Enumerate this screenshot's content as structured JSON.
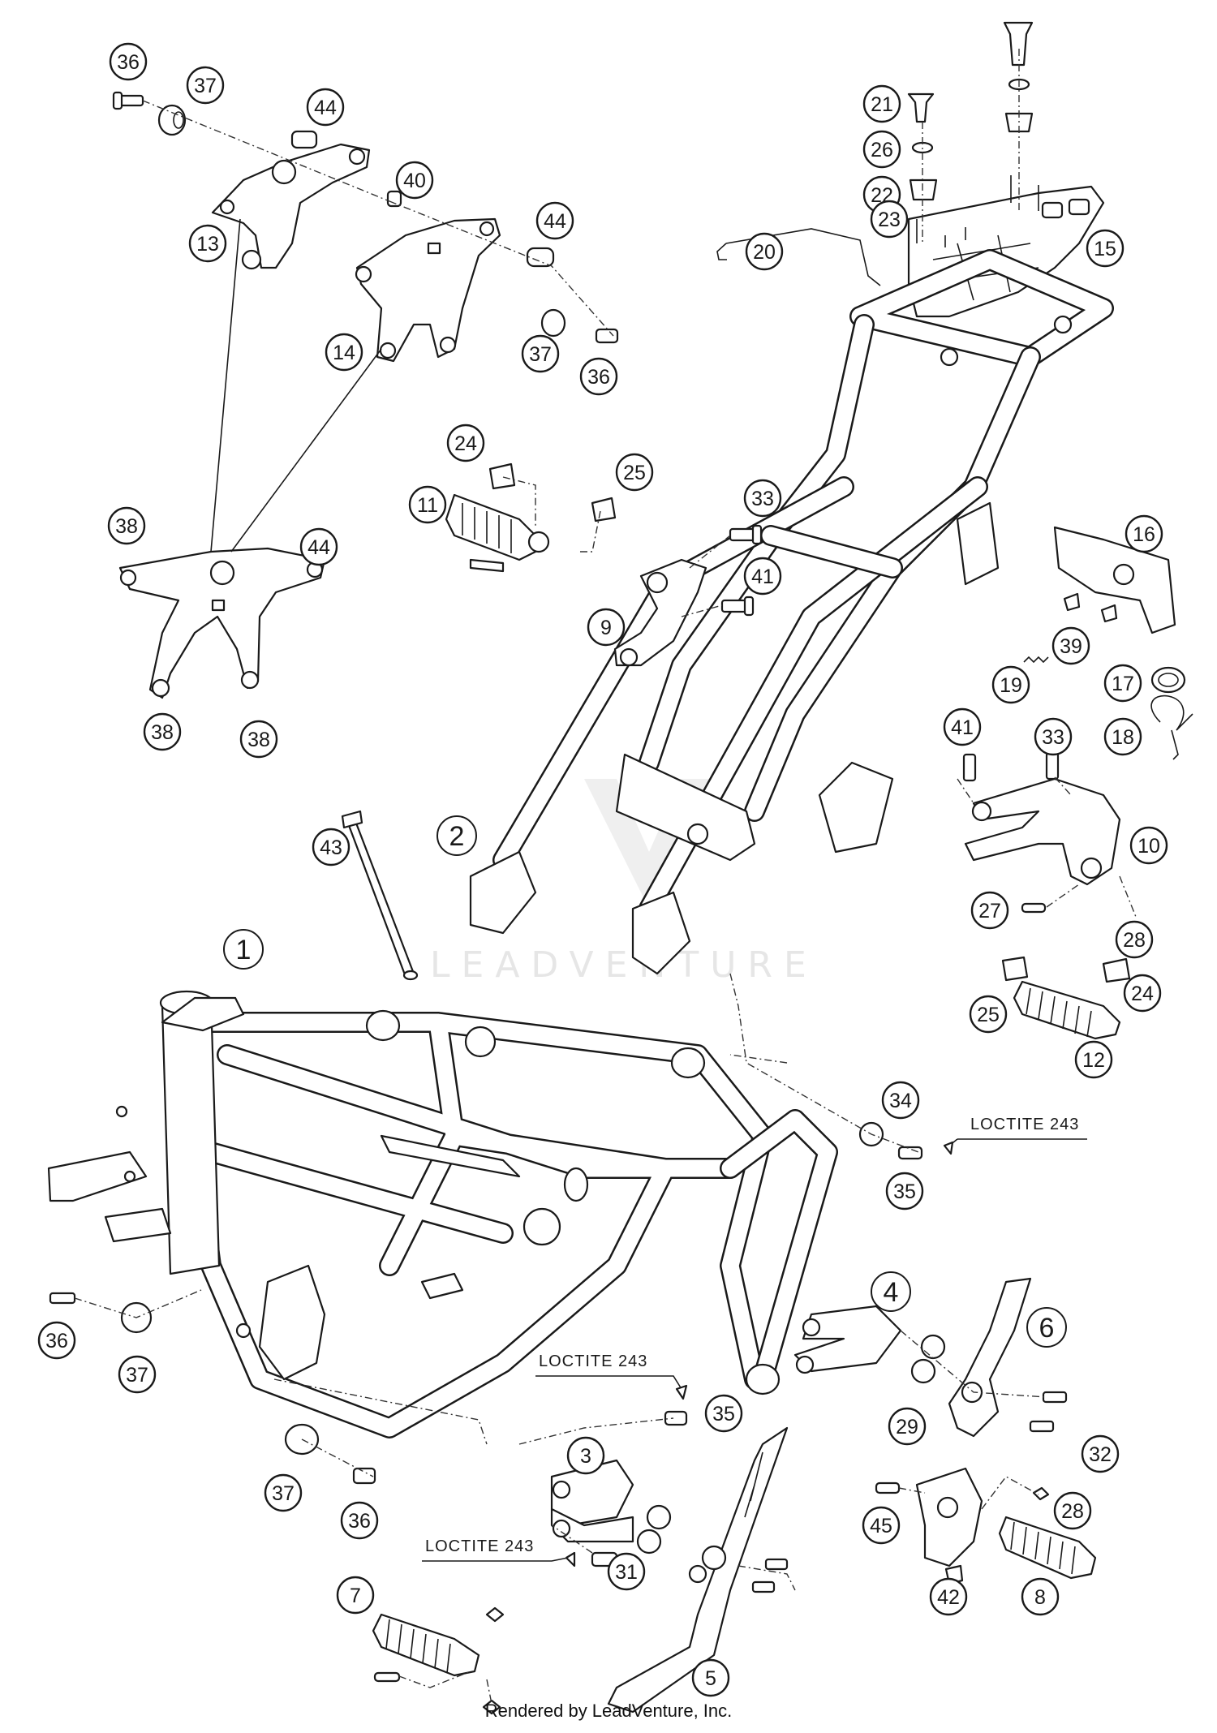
{
  "callouts": [
    {
      "id": "c-36a",
      "label": "36"
    },
    {
      "id": "c-37a",
      "label": "37"
    },
    {
      "id": "c-44a",
      "label": "44"
    },
    {
      "id": "c-40",
      "label": "40"
    },
    {
      "id": "c-13",
      "label": "13"
    },
    {
      "id": "c-44b",
      "label": "44"
    },
    {
      "id": "c-14",
      "label": "14"
    },
    {
      "id": "c-37b",
      "label": "37"
    },
    {
      "id": "c-36b",
      "label": "36"
    },
    {
      "id": "c-21",
      "label": "21"
    },
    {
      "id": "c-26",
      "label": "26"
    },
    {
      "id": "c-22",
      "label": "22"
    },
    {
      "id": "c-23",
      "label": "23"
    },
    {
      "id": "c-15",
      "label": "15"
    },
    {
      "id": "c-20",
      "label": "20"
    },
    {
      "id": "c-24a",
      "label": "24"
    },
    {
      "id": "c-25a",
      "label": "25"
    },
    {
      "id": "c-11",
      "label": "11"
    },
    {
      "id": "c-33a",
      "label": "33"
    },
    {
      "id": "c-41a",
      "label": "41"
    },
    {
      "id": "c-9",
      "label": "9"
    },
    {
      "id": "c-38a",
      "label": "38"
    },
    {
      "id": "c-44c",
      "label": "44"
    },
    {
      "id": "c-38b",
      "label": "38"
    },
    {
      "id": "c-38c",
      "label": "38"
    },
    {
      "id": "c-16",
      "label": "16"
    },
    {
      "id": "c-39",
      "label": "39"
    },
    {
      "id": "c-19",
      "label": "19"
    },
    {
      "id": "c-17",
      "label": "17"
    },
    {
      "id": "c-18",
      "label": "18"
    },
    {
      "id": "c-41b",
      "label": "41"
    },
    {
      "id": "c-33b",
      "label": "33"
    },
    {
      "id": "c-10",
      "label": "10"
    },
    {
      "id": "c-27",
      "label": "27"
    },
    {
      "id": "c-28a",
      "label": "28"
    },
    {
      "id": "c-24b",
      "label": "24"
    },
    {
      "id": "c-25b",
      "label": "25"
    },
    {
      "id": "c-12",
      "label": "12"
    },
    {
      "id": "c-43",
      "label": "43"
    },
    {
      "id": "c-34",
      "label": "34"
    },
    {
      "id": "c-35a",
      "label": "35"
    },
    {
      "id": "c-36c",
      "label": "36"
    },
    {
      "id": "c-37c",
      "label": "37"
    },
    {
      "id": "c-29",
      "label": "29"
    },
    {
      "id": "c-32",
      "label": "32"
    },
    {
      "id": "c-35b",
      "label": "35"
    },
    {
      "id": "c-37d",
      "label": "37"
    },
    {
      "id": "c-36d",
      "label": "36"
    },
    {
      "id": "c-31",
      "label": "31"
    },
    {
      "id": "c-7",
      "label": "7"
    },
    {
      "id": "c-45",
      "label": "45"
    },
    {
      "id": "c-28b",
      "label": "28"
    },
    {
      "id": "c-42",
      "label": "42"
    },
    {
      "id": "c-8",
      "label": "8"
    },
    {
      "id": "c-5",
      "label": "5"
    },
    {
      "id": "c-3",
      "label": "3"
    }
  ],
  "plain_labels": [
    {
      "id": "p-1",
      "label": "1"
    },
    {
      "id": "p-2",
      "label": "2"
    },
    {
      "id": "p-4",
      "label": "4"
    },
    {
      "id": "p-6",
      "label": "6"
    }
  ],
  "loctite_notes": [
    "LOCTITE 243",
    "LOCTITE 243",
    "LOCTITE 243"
  ],
  "watermark": "LEADVENTURE",
  "footer": "Rendered by LeadVenture, Inc."
}
